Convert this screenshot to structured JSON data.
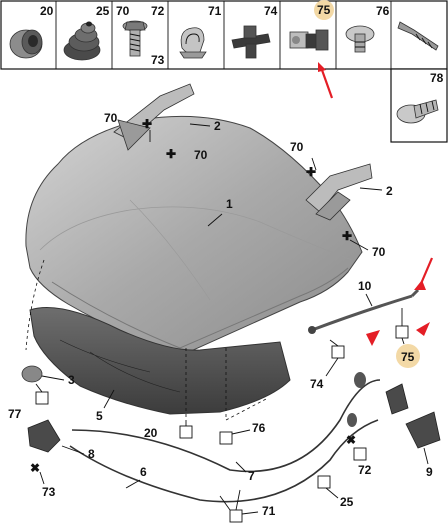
{
  "colors": {
    "callout_highlight": "#f3d9a6",
    "arrow_red": "#e41e26",
    "part_dark": "#3a3a3a",
    "part_mid": "#8a8a8a",
    "part_light": "#c8c8c8",
    "outline": "#111111"
  },
  "header": {
    "cells": [
      {
        "labels": [
          "20"
        ],
        "icon": "grommet-plug-icon"
      },
      {
        "labels": [
          "25"
        ],
        "icon": "rubber-bellows-icon"
      },
      {
        "labels": [
          "70",
          "72",
          "73"
        ],
        "icon": "hex-bolt-washer-icon"
      },
      {
        "labels": [
          "71"
        ],
        "icon": "clip-fastener-icon"
      },
      {
        "labels": [
          "74"
        ],
        "icon": "cable-clip-icon"
      },
      {
        "labels": [
          "75"
        ],
        "icon": "retainer-clip-icon",
        "highlight": true
      },
      {
        "labels": [
          "76"
        ],
        "icon": "push-rivet-icon"
      },
      {
        "labels": [
          ""
        ],
        "icon": "screw-icon"
      },
      {
        "labels": [
          "78"
        ],
        "icon": "plastic-expansion-rivet-icon"
      }
    ]
  },
  "callouts": {
    "c1": "1",
    "c2a": "2",
    "c2b": "2",
    "c3": "3",
    "c5": "5",
    "c6": "6",
    "c7": "7",
    "c8": "8",
    "c9": "9",
    "c10": "10",
    "c20": "20",
    "c25": "25",
    "c70a": "70",
    "c70b": "70",
    "c70c": "70",
    "c70d": "70",
    "c71": "71",
    "c72": "72",
    "c73": "73",
    "c74": "74",
    "c75": "75",
    "c76": "76",
    "c77": "77"
  }
}
